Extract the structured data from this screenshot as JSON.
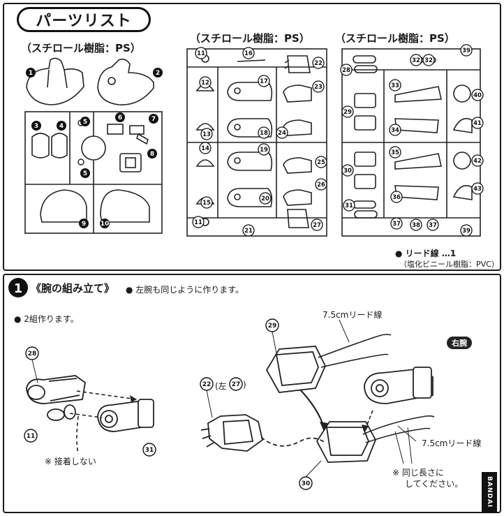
{
  "parts_list": {
    "title": "パーツリスト",
    "sprues": [
      {
        "label": "（スチロール樹脂：PS）"
      },
      {
        "label": "（スチロール樹脂：PS）"
      },
      {
        "label": "（スチロール樹脂：PS）"
      }
    ],
    "lead_wire": {
      "label": "● リード線 …1",
      "material": "（塩化ビニール樹脂：PVC）"
    }
  },
  "part_numbers": {
    "p1": "1",
    "p2": "2",
    "p3": "3",
    "p4": "4",
    "p5": "5",
    "p6": "6",
    "p7": "7",
    "p8": "8",
    "p9": "9",
    "p10": "10",
    "p11": "11",
    "p12": "12",
    "p13": "13",
    "p14": "14",
    "p15": "15",
    "p16": "16",
    "p17": "17",
    "p18": "18",
    "p19": "19",
    "p20": "20",
    "p21": "21",
    "p22": "22",
    "p23": "23",
    "p24": "24",
    "p25": "25",
    "p26": "26",
    "p27": "27",
    "p28": "28",
    "p29": "29",
    "p30": "30",
    "p31": "31",
    "p32": "32",
    "p33": "33",
    "p34": "34",
    "p35": "35",
    "p36": "36",
    "p37": "37",
    "p38": "38",
    "p39": "39",
    "p40": "40",
    "p41": "41",
    "p42": "42",
    "p43": "43"
  },
  "step": {
    "number": "1",
    "title": "《腕の組み立て》",
    "note_left_arm": "● 左腕も同じように作ります。",
    "note_two_sets": "● 2組作ります。",
    "note_no_glue": "※ 接着しない",
    "label_22": "(左",
    "label_22_close": ")",
    "wire_label_top": "7.5cmリード線",
    "wire_label_right": "7.5cmリード線",
    "right_arm_badge": "右腕",
    "same_length_line1": "※ 同じ長さに",
    "same_length_line2": "してください。"
  },
  "brand": "BANDAI"
}
